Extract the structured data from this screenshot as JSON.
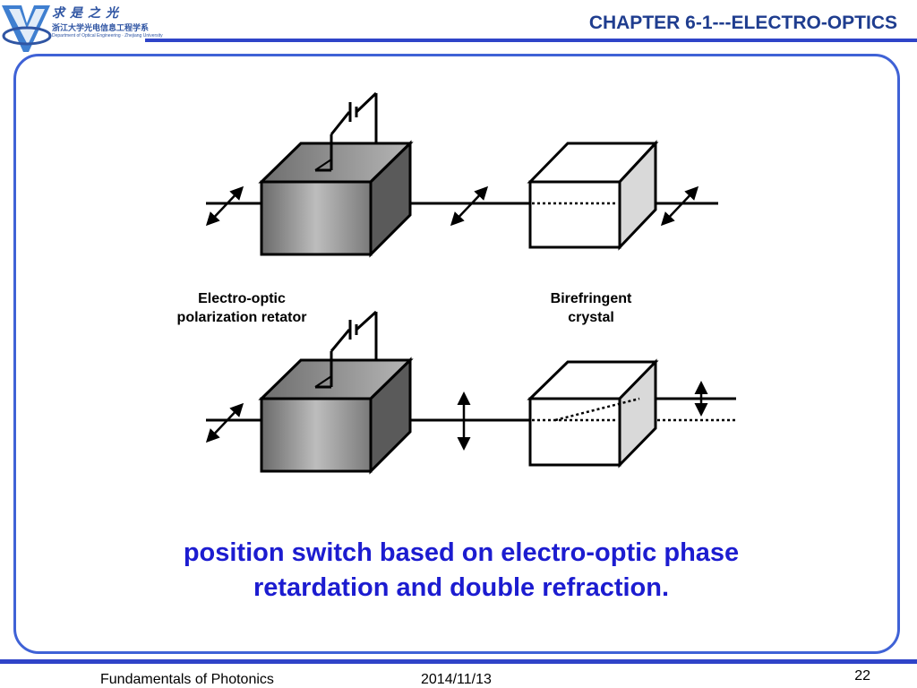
{
  "header": {
    "logo_title": "求是之光",
    "logo_subtitle": "浙江大学光电信息工程学系",
    "logo_subtitle_en": "Department of Optical Engineering · Zhejiang University",
    "chapter_title": "CHAPTER 6-1---ELECTRO-OPTICS"
  },
  "diagram": {
    "label_eo": "Electro-optic\npolarization retator",
    "label_bc": "Birefringent\ncrystal"
  },
  "caption": {
    "line1": "position switch based on electro-optic phase",
    "line2": "retardation and double refraction."
  },
  "footer": {
    "course": "Fundamentals of Photonics",
    "date": "2014/11/13",
    "page": "22"
  },
  "colors": {
    "accent_blue": "#2f44c8",
    "caption_blue": "#1c1cd0",
    "title_blue": "#1f3d8f"
  }
}
